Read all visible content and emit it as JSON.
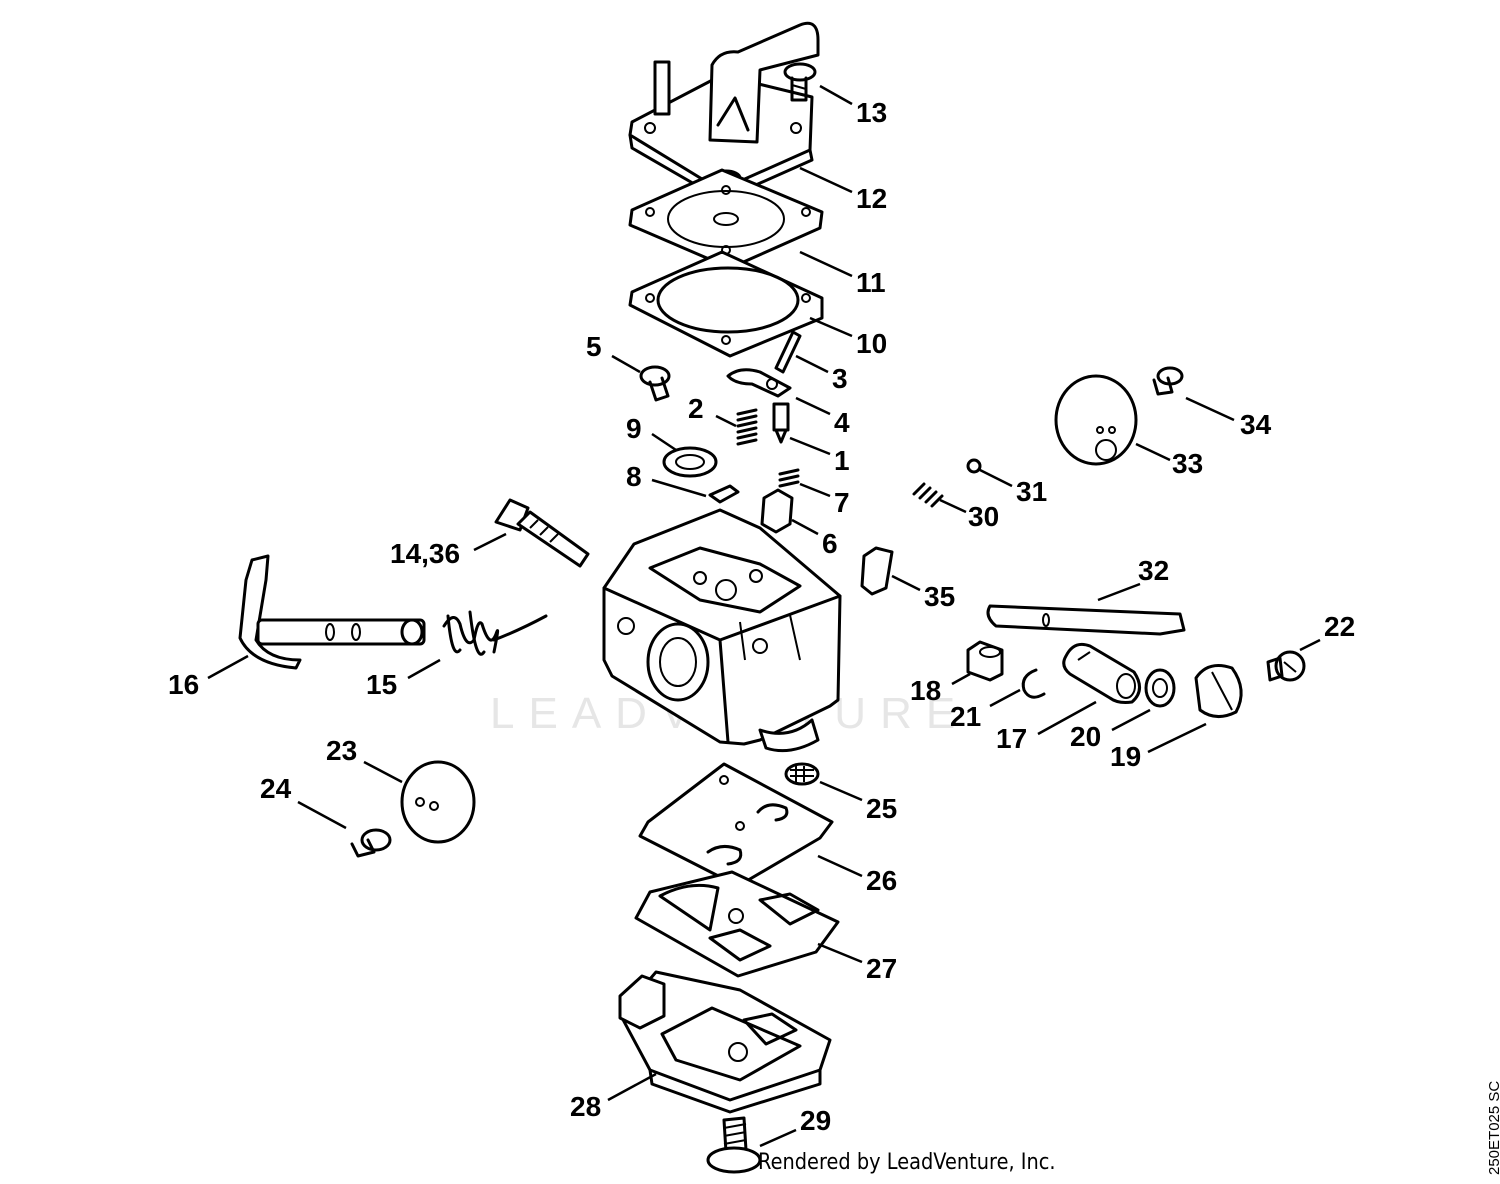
{
  "watermark": "LEADVENTURE",
  "footer": {
    "credit": "Rendered by LeadVenture, Inc.",
    "diagram_code": "250ET025 SC"
  },
  "callouts": [
    {
      "id": "13",
      "label": "13"
    },
    {
      "id": "12",
      "label": "12"
    },
    {
      "id": "11",
      "label": "11"
    },
    {
      "id": "10",
      "label": "10"
    },
    {
      "id": "5",
      "label": "5"
    },
    {
      "id": "3",
      "label": "3"
    },
    {
      "id": "4",
      "label": "4"
    },
    {
      "id": "2",
      "label": "2"
    },
    {
      "id": "9",
      "label": "9"
    },
    {
      "id": "1",
      "label": "1"
    },
    {
      "id": "8",
      "label": "8"
    },
    {
      "id": "7",
      "label": "7"
    },
    {
      "id": "6",
      "label": "6"
    },
    {
      "id": "14-36",
      "label": "14,36"
    },
    {
      "id": "16",
      "label": "16"
    },
    {
      "id": "15",
      "label": "15"
    },
    {
      "id": "34",
      "label": "34"
    },
    {
      "id": "33",
      "label": "33"
    },
    {
      "id": "31",
      "label": "31"
    },
    {
      "id": "30",
      "label": "30"
    },
    {
      "id": "35",
      "label": "35"
    },
    {
      "id": "32",
      "label": "32"
    },
    {
      "id": "22",
      "label": "22"
    },
    {
      "id": "18",
      "label": "18"
    },
    {
      "id": "21",
      "label": "21"
    },
    {
      "id": "17",
      "label": "17"
    },
    {
      "id": "20",
      "label": "20"
    },
    {
      "id": "19",
      "label": "19"
    },
    {
      "id": "23",
      "label": "23"
    },
    {
      "id": "24",
      "label": "24"
    },
    {
      "id": "25",
      "label": "25"
    },
    {
      "id": "26",
      "label": "26"
    },
    {
      "id": "27",
      "label": "27"
    },
    {
      "id": "28",
      "label": "28"
    },
    {
      "id": "29",
      "label": "29"
    }
  ]
}
